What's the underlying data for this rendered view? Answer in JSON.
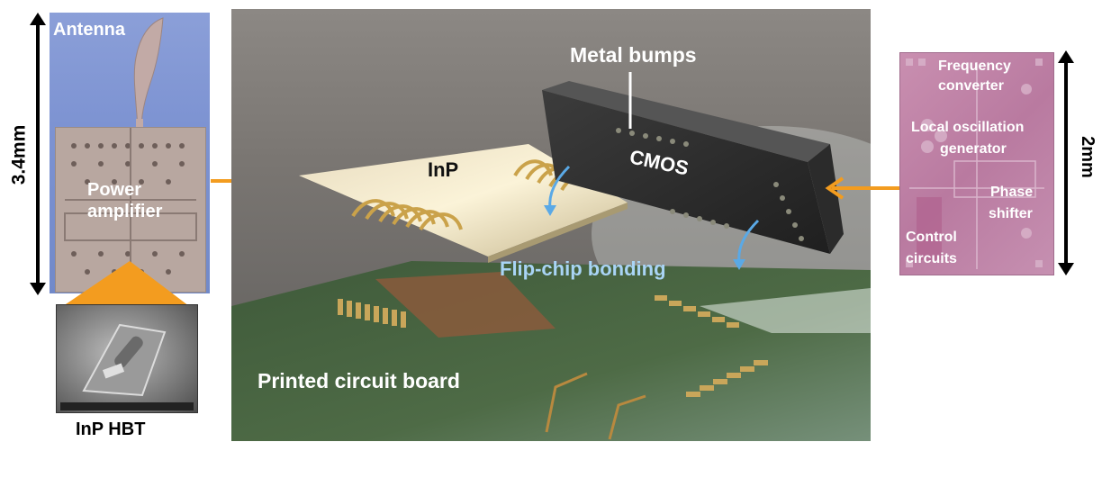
{
  "labels": {
    "antenna": "Antenna",
    "power_amplifier_line1": "Power",
    "power_amplifier_line2": "amplifier",
    "left_dimension": "3.4mm",
    "inp_hbt": "InP HBT",
    "metal_bumps": "Metal bumps",
    "cmos": "CMOS",
    "inp": "InP",
    "flip_chip_bonding": "Flip-chip bonding",
    "printed_circuit_board": "Printed circuit board",
    "frequency_converter_line1": "Frequency",
    "frequency_converter_line2": "converter",
    "local_oscillation_line1": "Local oscillation",
    "local_oscillation_line2": "generator",
    "phase_shifter_line1": "Phase",
    "phase_shifter_line2": "shifter",
    "control_circuits_line1": "Control",
    "control_circuits_line2": "circuits",
    "right_dimension": "2mm"
  },
  "colors": {
    "arrow_orange": "#f39c1f",
    "flip_chip_text": "#a9d4f5",
    "flip_arrow_blue": "#5aa9e6"
  }
}
